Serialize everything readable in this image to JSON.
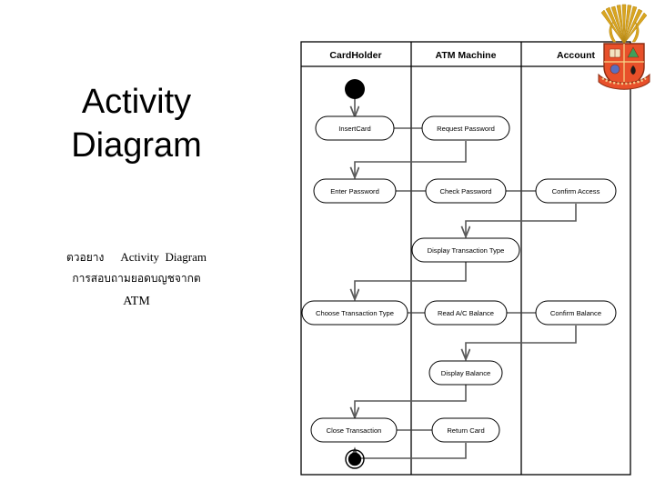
{
  "slide": {
    "title_line1": "Activity",
    "title_line2": "Diagram",
    "caption": {
      "line1_thai": "ตวอยาง",
      "line1_en": "Activity  Diagram",
      "line2": "การสอบถามยอดบญชจากต",
      "line3": "ATM"
    },
    "background_color": "#ffffff",
    "text_color": "#000000"
  },
  "crest": {
    "name": "university-crest",
    "ray_color": "#d9a520",
    "shield_color": "#e8502a",
    "banner_color": "#e8502a",
    "outline_color": "#8a2d12"
  },
  "diagram": {
    "type": "uml-activity-diagram",
    "lanes": [
      {
        "id": "cardholder",
        "label": "CardHolder"
      },
      {
        "id": "atm",
        "label": "ATM Machine"
      },
      {
        "id": "account",
        "label": "Account"
      }
    ],
    "nodes": [
      {
        "id": "start",
        "kind": "initial-node",
        "lane": "cardholder",
        "label": ""
      },
      {
        "id": "insertcard",
        "kind": "action",
        "lane": "cardholder",
        "label": "InsertCard"
      },
      {
        "id": "reqpass",
        "kind": "action",
        "lane": "atm",
        "label": "Request Password"
      },
      {
        "id": "enterpass",
        "kind": "action",
        "lane": "cardholder",
        "label": "Enter Password"
      },
      {
        "id": "checkpass",
        "kind": "action",
        "lane": "atm",
        "label": "Check Password"
      },
      {
        "id": "confaccess",
        "kind": "action",
        "lane": "account",
        "label": "Confirm Access"
      },
      {
        "id": "disptrans",
        "kind": "action",
        "lane": "atm",
        "label": "Display Transaction Type"
      },
      {
        "id": "choosetype",
        "kind": "action",
        "lane": "cardholder",
        "label": "Choose Transaction Type"
      },
      {
        "id": "readbal",
        "kind": "action",
        "lane": "atm",
        "label": "Read A/C Balance"
      },
      {
        "id": "confbal",
        "kind": "action",
        "lane": "account",
        "label": "Confirm Balance"
      },
      {
        "id": "dispbal",
        "kind": "action",
        "lane": "atm",
        "label": "Display Balance"
      },
      {
        "id": "closetrans",
        "kind": "action",
        "lane": "cardholder",
        "label": "Close Transaction"
      },
      {
        "id": "returncard",
        "kind": "action",
        "lane": "atm",
        "label": "Return Card"
      },
      {
        "id": "end",
        "kind": "final-node",
        "lane": "cardholder",
        "label": ""
      }
    ],
    "edges": [
      {
        "from": "start",
        "to": "insertcard"
      },
      {
        "from": "insertcard",
        "to": "reqpass"
      },
      {
        "from": "reqpass",
        "to": "enterpass"
      },
      {
        "from": "enterpass",
        "to": "checkpass"
      },
      {
        "from": "checkpass",
        "to": "confaccess"
      },
      {
        "from": "confaccess",
        "to": "disptrans"
      },
      {
        "from": "disptrans",
        "to": "choosetype"
      },
      {
        "from": "choosetype",
        "to": "readbal"
      },
      {
        "from": "readbal",
        "to": "confbal"
      },
      {
        "from": "confbal",
        "to": "dispbal"
      },
      {
        "from": "dispbal",
        "to": "closetrans"
      },
      {
        "from": "closetrans",
        "to": "returncard"
      },
      {
        "from": "returncard",
        "to": "end"
      }
    ]
  }
}
